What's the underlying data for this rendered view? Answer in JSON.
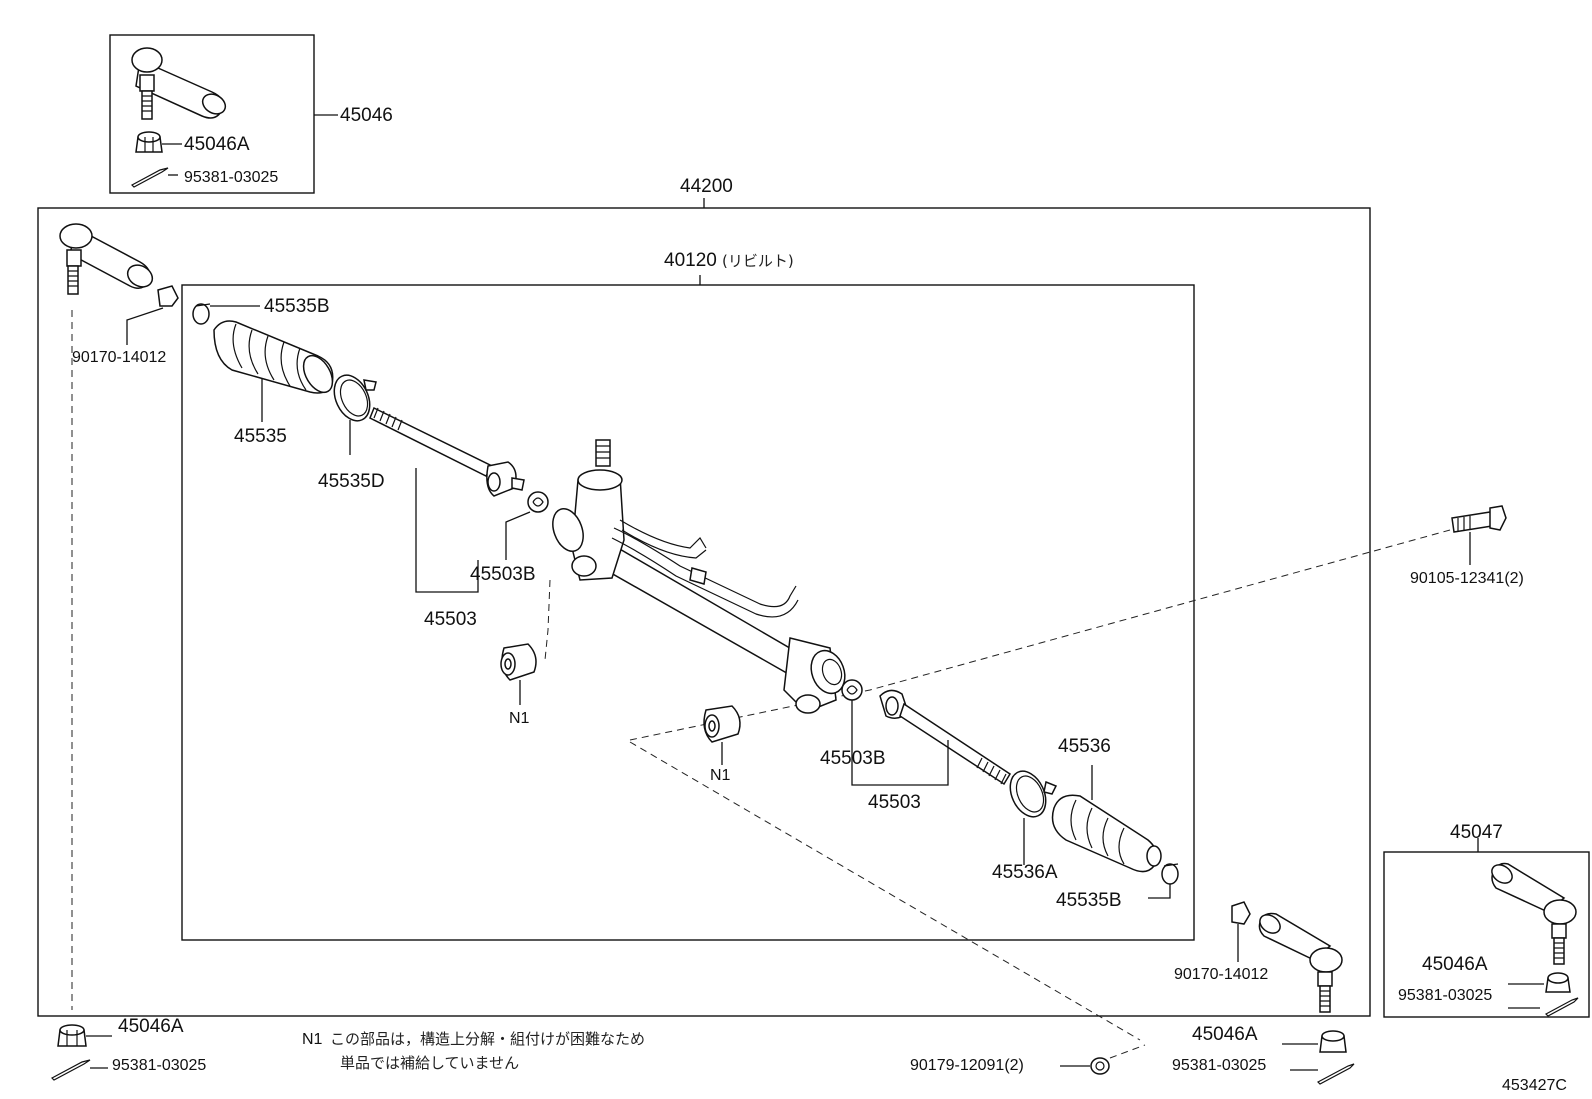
{
  "labels": {
    "tie_rod_end_lh_assy": "45046",
    "nut_top_left": "45046A",
    "cotter_pin_top_left": "95381-03025",
    "gear_assy": "44200",
    "rack_and_pinion_rebuilt": "40120",
    "rebuilt_note": "(リビルト)",
    "boot_clip_top": "45535B",
    "boot_nut_top": "90170-14012",
    "boot_lh": "45535",
    "boot_clamp_lh": "45535D",
    "claw_washer_lh": "45503B",
    "rack_end_lh": "45503",
    "bushing_lh": "N1",
    "bolt_right": "90105-12341(2)",
    "bushing_rh": "N1",
    "claw_washer_rh": "45503B",
    "rack_end_rh": "45503",
    "boot_rh": "45536",
    "boot_clamp_rh": "45536A",
    "boot_clip_bottom": "45535B",
    "boot_nut_bottom": "90170-14012",
    "tie_rod_end_rh_assy": "45047",
    "nut_right_box": "45046A",
    "cotter_pin_right_box": "95381-03025",
    "nut_bottom_left": "45046A",
    "cotter_pin_bottom_left": "95381-03025",
    "nut_bottom_center": "45046A",
    "cotter_pin_bottom_center": "95381-03025",
    "bolt_bottom": "90179-12091(2)",
    "diagram_id": "453427C"
  },
  "note": {
    "marker": "N1",
    "line1": "この部品は，構造上分解・組付けが困難なため",
    "line2": "単品では補給していません"
  }
}
